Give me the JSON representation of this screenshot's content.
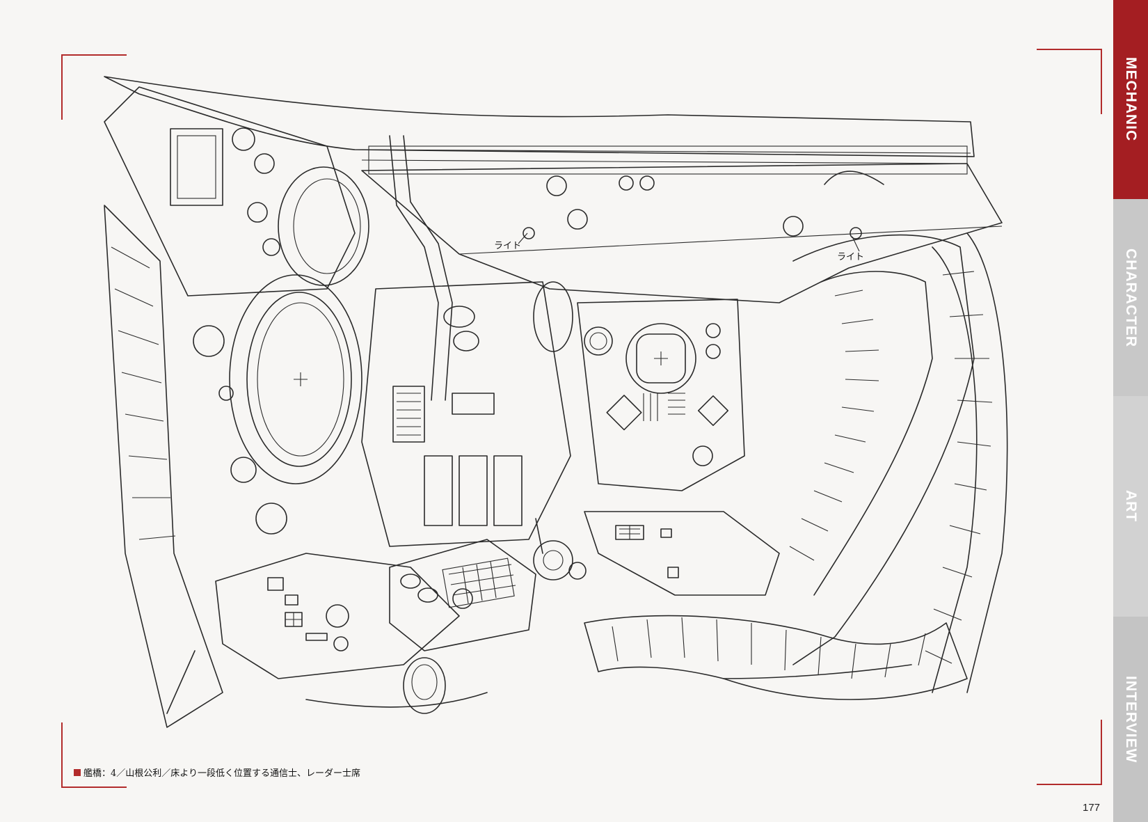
{
  "side_nav": {
    "tabs": [
      {
        "label": "MECHANIC",
        "active": true,
        "color": "#a41e22"
      },
      {
        "label": "CHARACTER",
        "active": false,
        "color": "#c8c8c8"
      },
      {
        "label": "ART",
        "active": false,
        "color": "#d2d2d2"
      },
      {
        "label": "INTERVIEW",
        "active": false,
        "color": "#c4c4c4"
      }
    ]
  },
  "artwork": {
    "annotations": [
      "ライト",
      "ライト"
    ]
  },
  "caption": {
    "text": "艦橋：4／山根公利／床より一段低く位置する通信士、レーダー士席"
  },
  "page_number": "177",
  "colors": {
    "accent": "#b22b2b",
    "background": "#f7f6f4"
  }
}
